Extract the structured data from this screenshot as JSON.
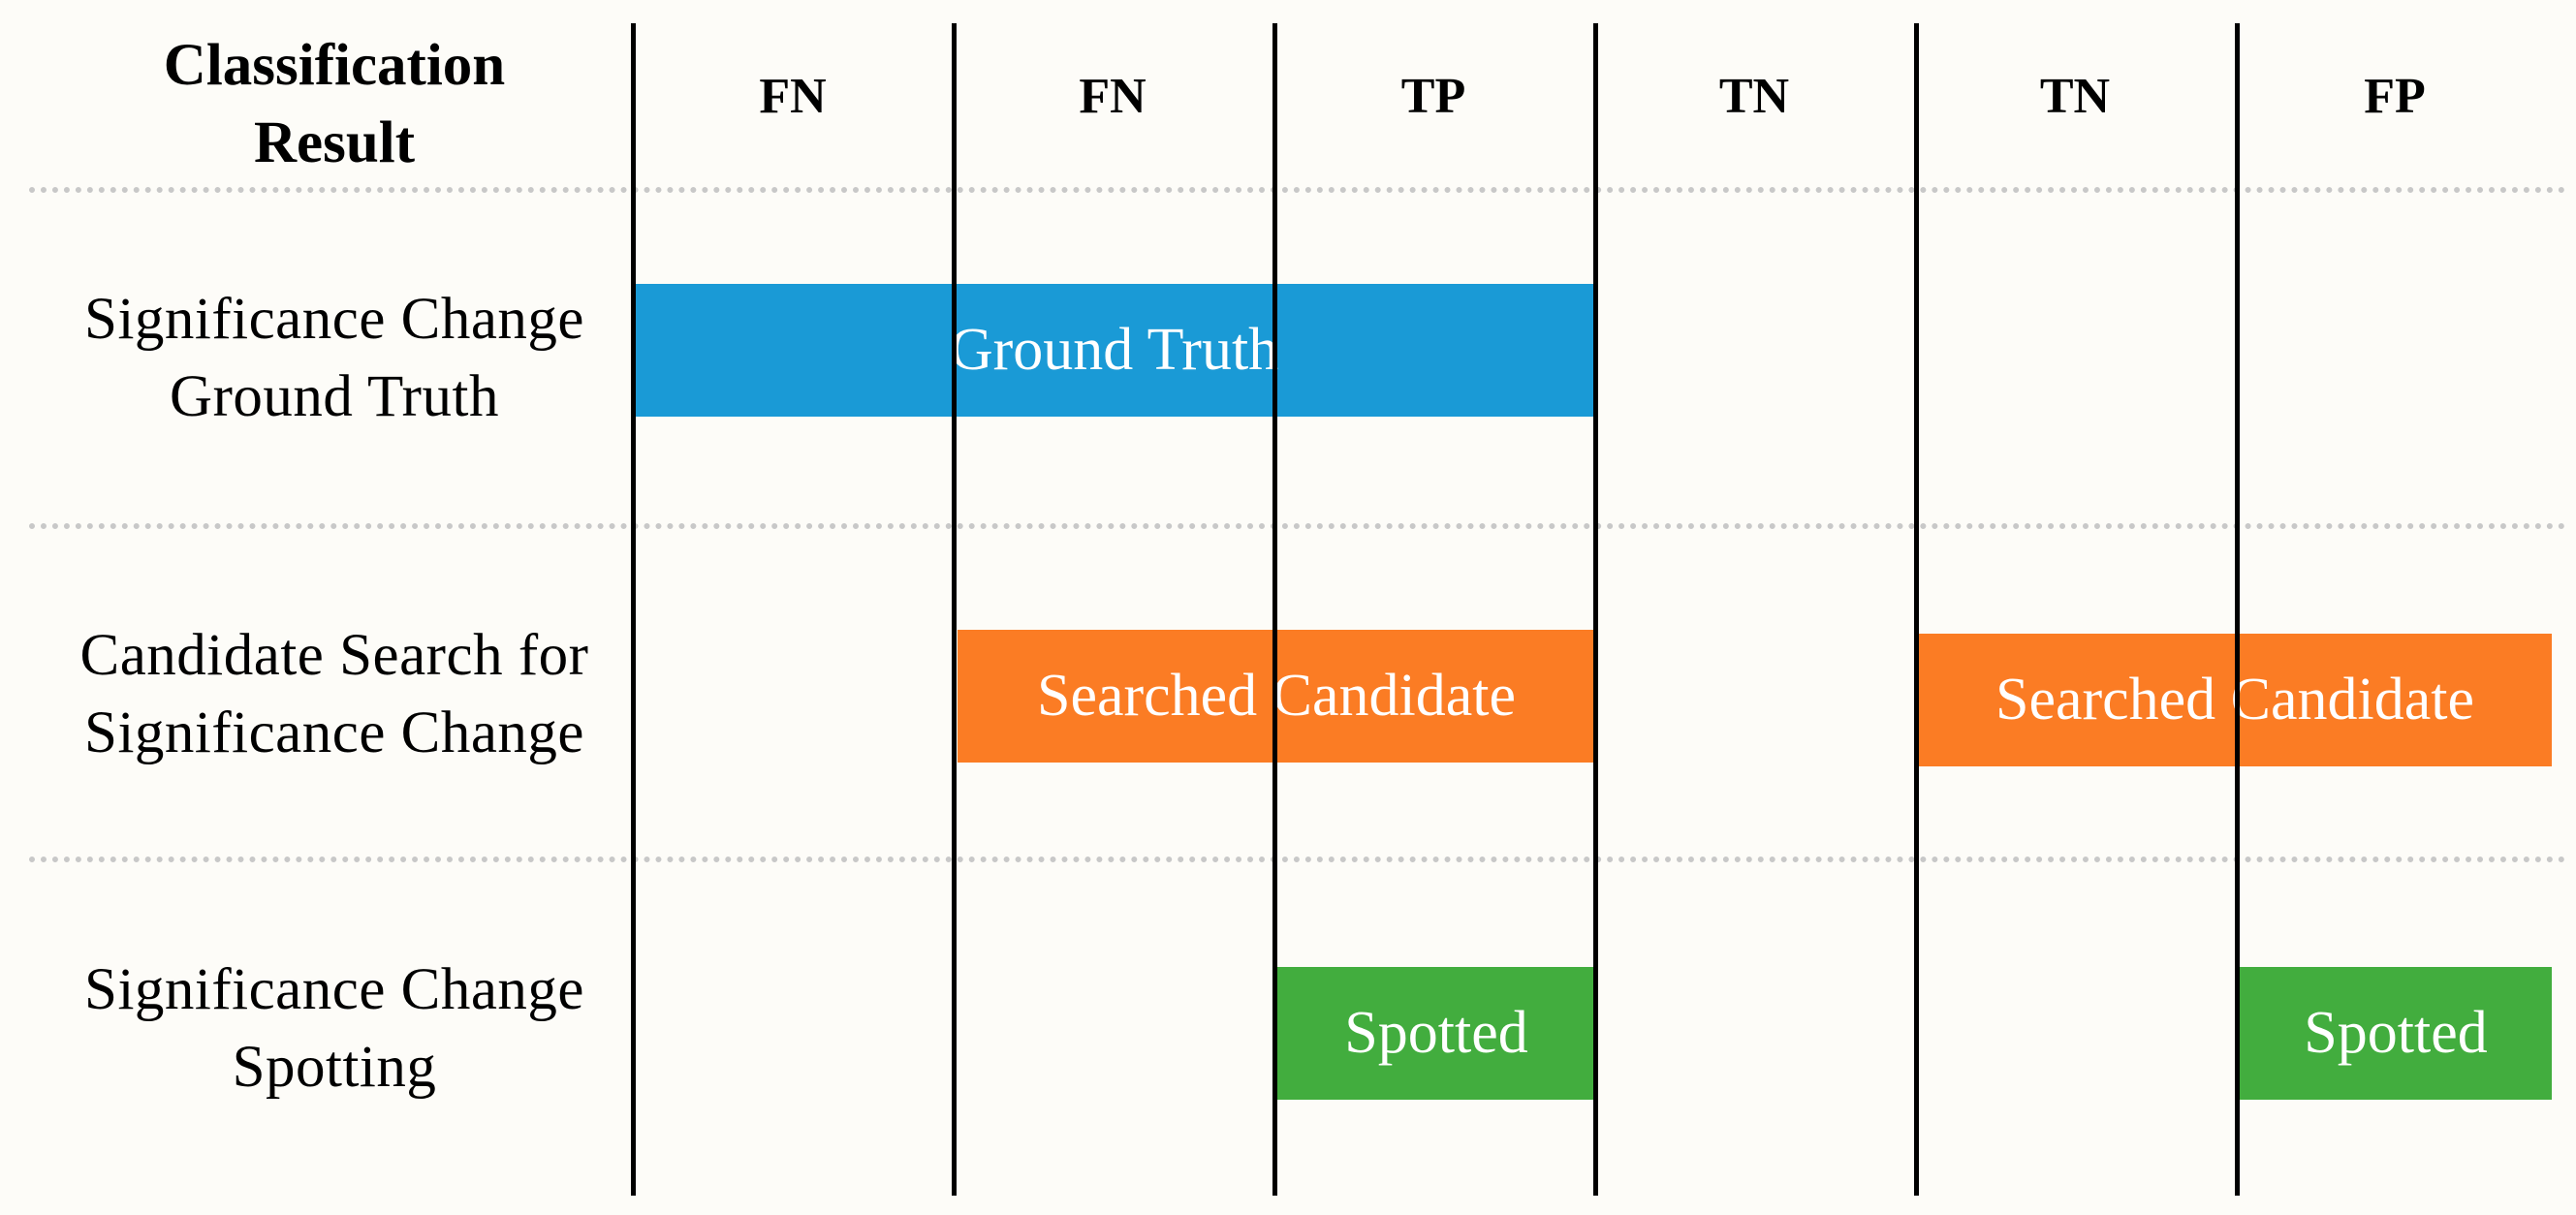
{
  "header": {
    "corner_line1": "Classification",
    "corner_line2": "Result",
    "columns": [
      "FN",
      "FN",
      "TP",
      "TN",
      "TN",
      "FP"
    ]
  },
  "rows": [
    {
      "line1": "Significance  Change",
      "line2": "Ground Truth"
    },
    {
      "line1": "Candidate Search for",
      "line2": "Significance  Change"
    },
    {
      "line1": "Significance  Change",
      "line2": "Spotting"
    }
  ],
  "bars": {
    "ground_truth": "Ground Truth",
    "searched_candidate_1": "Searched Candidate",
    "searched_candidate_2": "Searched Candidate",
    "spotted_1": "Spotted",
    "spotted_2": "Spotted"
  },
  "colors": {
    "ground_truth": "#1a9ad6",
    "searched_candidate": "#fb7c24",
    "spotted": "#42ad3e",
    "grid_line": "#000000",
    "separator": "#c8c8c8"
  }
}
